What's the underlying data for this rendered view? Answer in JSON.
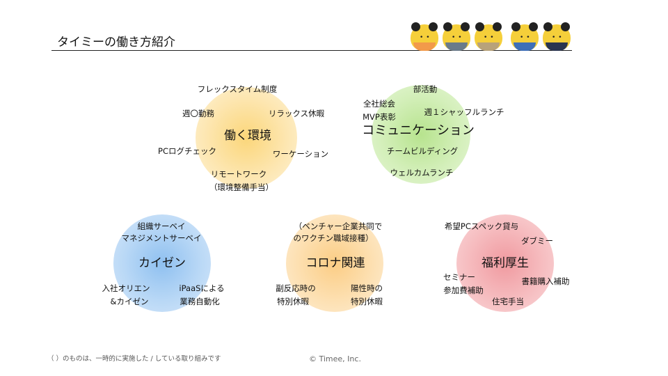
{
  "header": {
    "title": "タイミーの働き方紹介"
  },
  "mascots": [
    {
      "name": "mascot-orange",
      "color": "#f29a4a"
    },
    {
      "name": "mascot-worker",
      "color": "#6b7b8a"
    },
    {
      "name": "mascot-apron",
      "color": "#b8a27a"
    },
    {
      "name": "mascot-delivery",
      "color": "#3e6fb8"
    },
    {
      "name": "mascot-suit",
      "color": "#2a3550"
    }
  ],
  "groups": {
    "work": {
      "title": "働く環境",
      "color": "#fbd980",
      "items": [
        "フレックスタイム制度",
        "週〇勤務",
        "リラックス休暇",
        "PCログチェック",
        "ワーケーション",
        "リモートワーク",
        "（環境整備手当）"
      ]
    },
    "comm": {
      "title": "コミュニケーション",
      "color": "#bfe69a",
      "items": [
        "部活動",
        "全社総会",
        "MVP表彰",
        "週１シャッフルランチ",
        "チームビルディング",
        "ウェルカムランチ"
      ]
    },
    "kaizen": {
      "title": "カイゼン",
      "color": "#9ec8f2",
      "items": [
        "組織サーベイ",
        "マネジメントサーベイ",
        "入社オリエン",
        "&カイゼン",
        "iPaaSによる",
        "業務自動化"
      ]
    },
    "corona": {
      "title": "コロナ関連",
      "color": "#fcd495",
      "items": [
        "（ベンチャー企業共同で",
        "のワクチン職域接種）",
        "副反応時の",
        "特別休暇",
        "陽性時の",
        "特別休暇"
      ]
    },
    "welfare": {
      "title": "福利厚生",
      "color": "#f3a3a8",
      "items": [
        "希望PCスペック貸与",
        "ダブミー",
        "セミナー",
        "参加費補助",
        "書籍購入補助",
        "住宅手当"
      ]
    }
  },
  "footer": {
    "note": "（ ）のものは、一時的に実施した / している取り組みです",
    "copyright": "© Timee, Inc."
  }
}
